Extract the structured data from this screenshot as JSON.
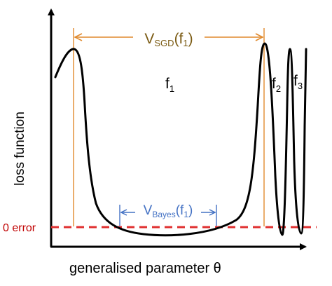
{
  "labels": {
    "vsgd_main": "V",
    "vsgd_sub": "SGD",
    "vsgd_arg": "(f",
    "vsgd_arg_sub": "1",
    "vsgd_close": ")",
    "vbayes_main": "V",
    "vbayes_sub": "Bayes",
    "vbayes_arg": "(f",
    "vbayes_arg_sub": "1",
    "vbayes_close": ")",
    "f1_main": "f",
    "f1_sub": "1",
    "f2_main": "f",
    "f2_sub": "2",
    "f3_main": "f",
    "f3_sub": "3",
    "zero_error": "0 error",
    "y_axis": "loss function",
    "x_axis": "generalised parameter θ"
  },
  "colors": {
    "curve": "#000000",
    "axes": "#000000",
    "vsgd": "#E08A2E",
    "vsgd_text": "#7A5A12",
    "vbayes": "#4472C4",
    "zero_line": "#E03030",
    "zero_text": "#C00000"
  }
}
